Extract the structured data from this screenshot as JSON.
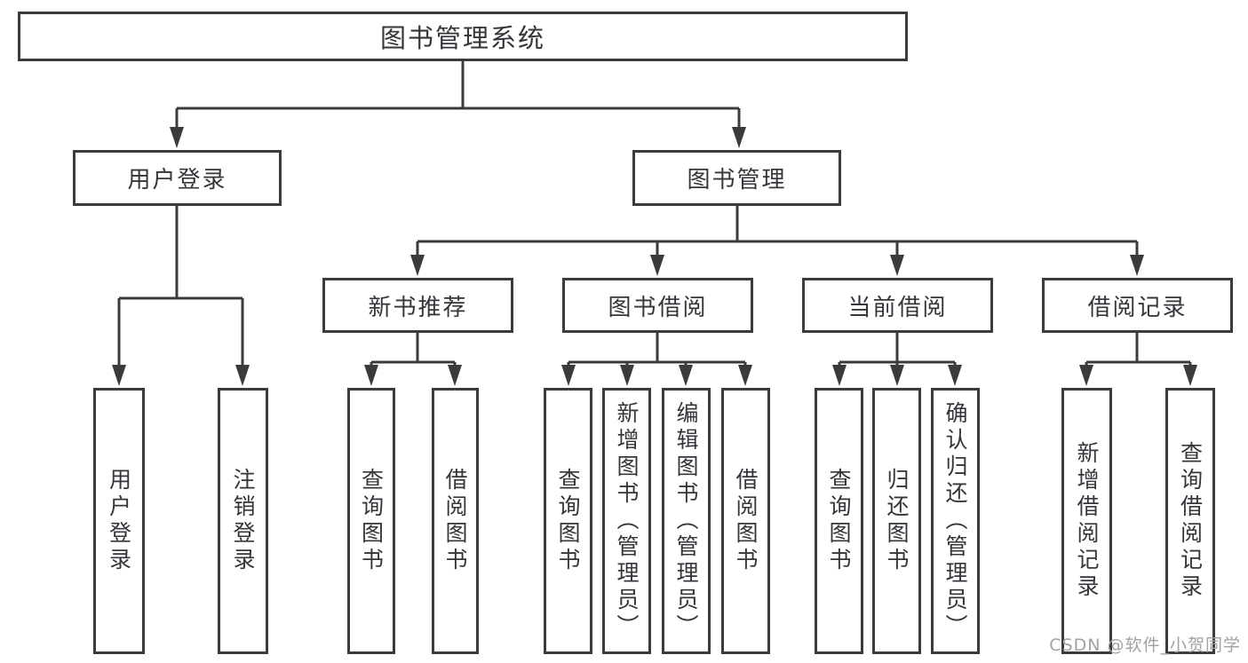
{
  "diagram": {
    "root": "图书管理系统",
    "branches": {
      "user_login": {
        "label": "用户登录",
        "children": [
          "用户登录",
          "注销登录"
        ]
      },
      "book_management": {
        "label": "图书管理"
      }
    },
    "modules": [
      {
        "label": "新书推荐",
        "children": [
          "查询图书",
          "借阅图书"
        ]
      },
      {
        "label": "图书借阅",
        "children": [
          "查询图书",
          "新增图书（管理员）",
          "编辑图书（管理员）",
          "借阅图书"
        ]
      },
      {
        "label": "当前借阅",
        "children": [
          "查询图书",
          "归还图书",
          "确认归还（管理员）"
        ]
      },
      {
        "label": "借阅记录",
        "children": [
          "新增借阅记录",
          "查询借阅记录"
        ]
      }
    ],
    "colors": {
      "line": "#3b3b3b",
      "text": "#33363a",
      "box_bg": "#ffffff"
    }
  },
  "watermark": "CSDN @软件_小贺同学"
}
